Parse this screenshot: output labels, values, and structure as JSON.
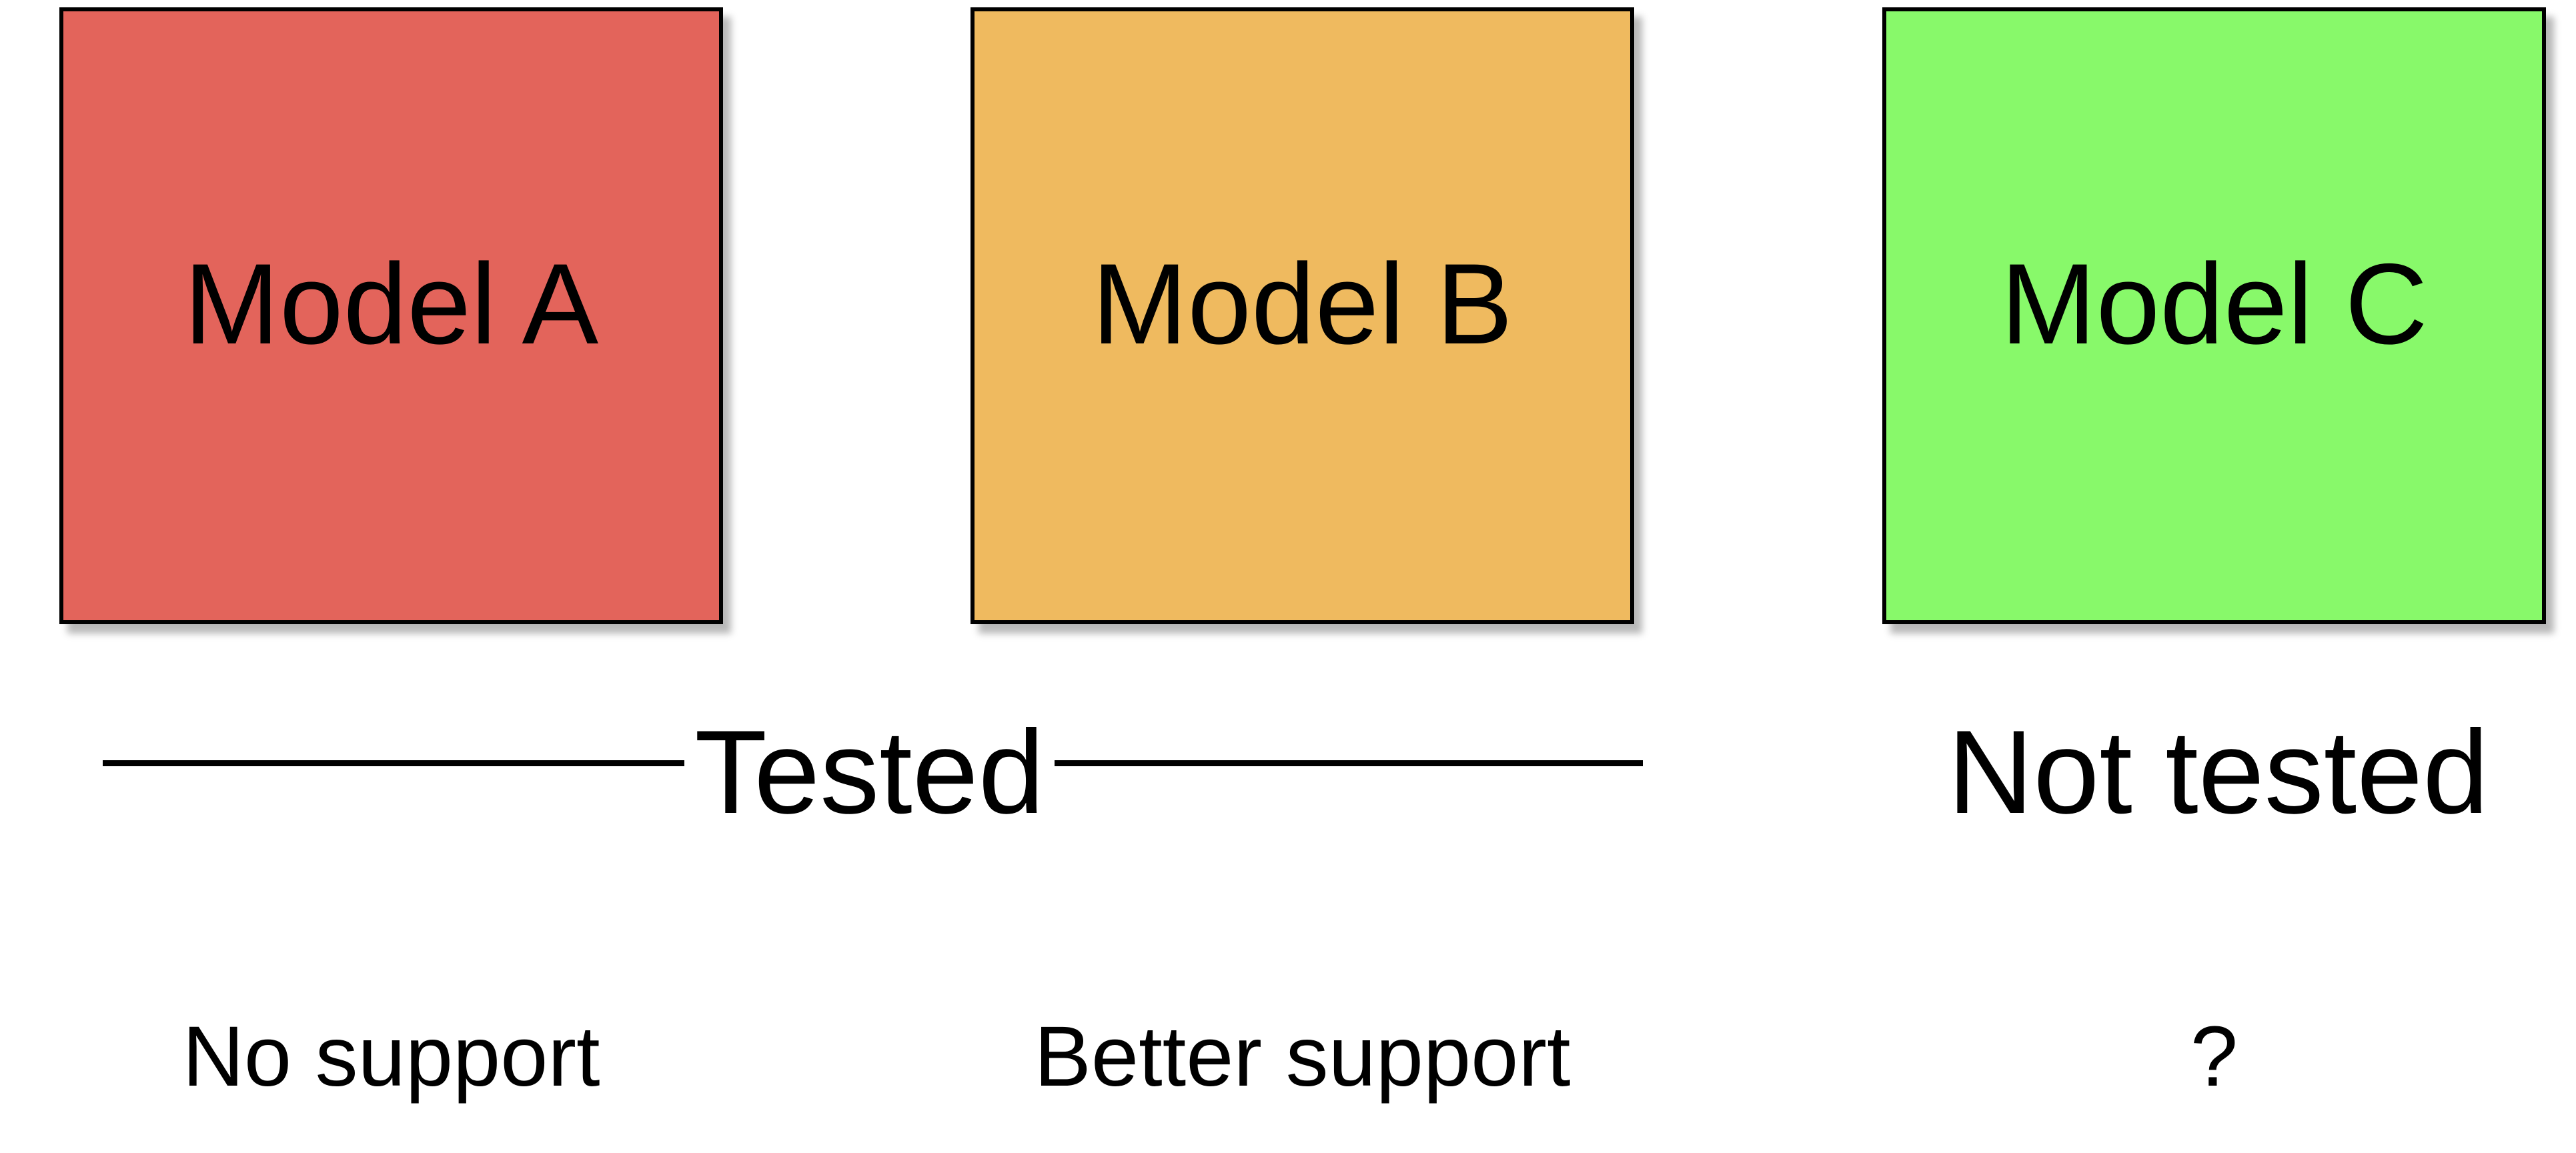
{
  "models": [
    {
      "label": "Model A",
      "color": "#E3645B",
      "support": "No support"
    },
    {
      "label": "Model B",
      "color": "#EFBA5F",
      "support": "Better support"
    },
    {
      "label": "Model C",
      "color": "#88F96A",
      "support": "?"
    }
  ],
  "groups": {
    "tested": "Tested",
    "not_tested": "Not tested"
  }
}
